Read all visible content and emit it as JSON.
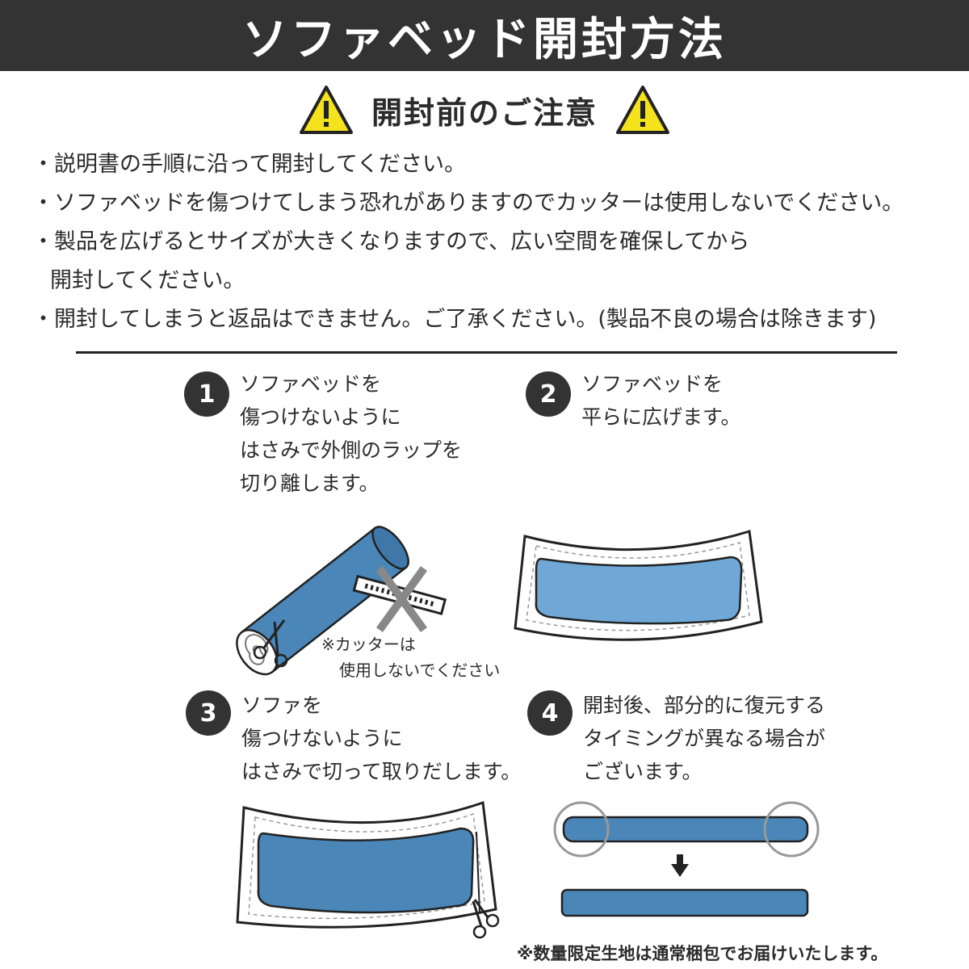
{
  "header": {
    "title": "ソファベッド開封方法"
  },
  "notice": {
    "title": "開封前のご注意",
    "icon": "warning-triangle-icon",
    "icon_color": "#F4E31C",
    "items": [
      "・説明書の手順に沿って開封してください。",
      "・ソファベッドを傷つけてしまう恐れがありますのでカッターは使用しないでください。",
      "・製品を広げるとサイズが大きくなりますので、広い空間を確保してから",
      "開封してください。",
      "・開封してしまうと返品はできません。ご了承ください。(製品不良の場合は除きます)"
    ]
  },
  "steps": [
    {
      "number": "1",
      "lines": [
        "ソファベッドを",
        "傷つけないように",
        "はさみで外側のラップを",
        "切り離します。"
      ]
    },
    {
      "number": "2",
      "lines": [
        "ソファベッドを",
        "平らに広げます。"
      ]
    },
    {
      "number": "3",
      "lines": [
        "ソファを",
        "傷つけないように",
        "はさみで切って取りだします。"
      ]
    },
    {
      "number": "4",
      "lines": [
        "開封後、部分的に復元する",
        "タイミングが異なる場合が",
        "ございます。"
      ]
    }
  ],
  "cutter_note": [
    "※カッターは",
    "使用しないでください"
  ],
  "footnote": "※数量限定生地は通常梱包でお届けいたします。",
  "colors": {
    "sofa_blue": "#4A86B8",
    "sofa_blue_light": "#6FA8D6",
    "header_bg": "#333333"
  }
}
